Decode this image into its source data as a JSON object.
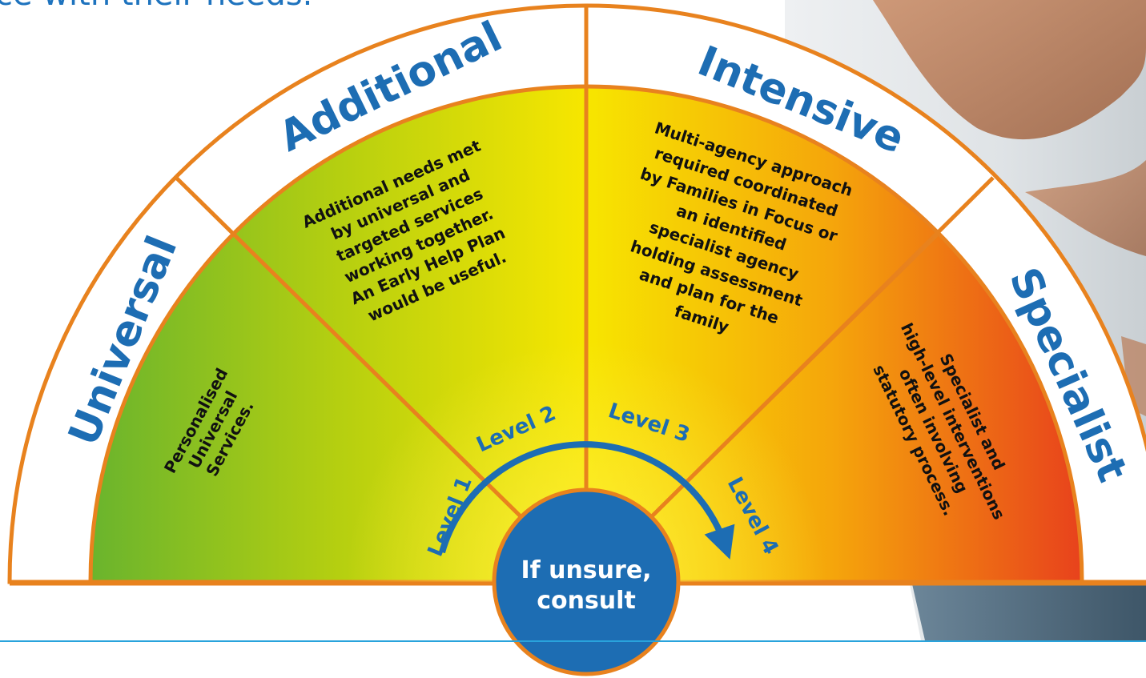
{
  "header": {
    "text_fragment": "ce with their needs."
  },
  "tiers": {
    "universal": "Universal",
    "additional": "Additional",
    "intensive": "Intensive",
    "specialist": "Specialist"
  },
  "descriptions": {
    "universal": [
      "Personalised",
      "Universal",
      "Services."
    ],
    "additional": [
      "Additional needs met",
      "by universal and",
      "targeted services",
      "working together.",
      "An Early Help Plan",
      "would be useful."
    ],
    "intensive": [
      "Multi-agency approach",
      "required coordinated",
      "by Families in Focus or",
      "an identified",
      "specialist agency",
      "holding assessment",
      "and plan for the",
      "family"
    ],
    "specialist": [
      "Specialist and",
      "high-level interventions",
      "often involving",
      "statutory process."
    ]
  },
  "levels": [
    "Level 1",
    "Level 2",
    "Level 3",
    "Level 4"
  ],
  "center": {
    "line1": "If unsure,",
    "line2": "consult"
  },
  "colors": {
    "blue": "#1d6db3",
    "orange": "#e8821e",
    "green": "#6ab42d",
    "yellow": "#f7e600",
    "red": "#e8421c",
    "text_blue": "#1e73be"
  }
}
